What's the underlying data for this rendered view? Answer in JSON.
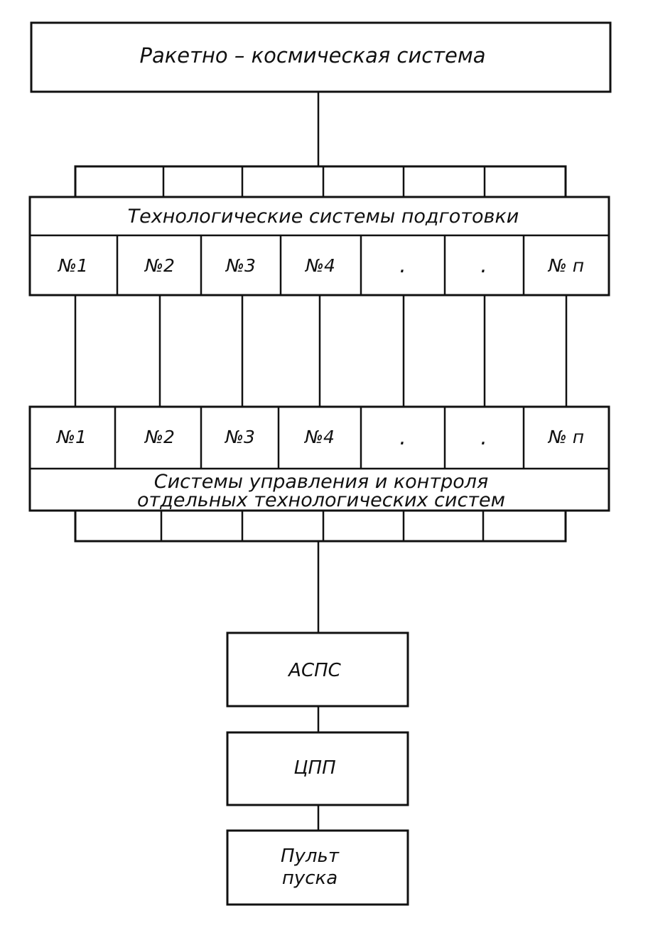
{
  "top_box": {
    "label": "Ракетно – космическая система"
  },
  "tech_systems": {
    "title": "Технологические системы подготовки",
    "cells": [
      "№1",
      "№2",
      "№3",
      "№4",
      ".",
      ".",
      "№ п"
    ]
  },
  "control_systems": {
    "cells": [
      "№1",
      "№2",
      "№3",
      "№4",
      ".",
      ".",
      "№ п"
    ],
    "title_line1": "Системы управления и контроля",
    "title_line2": "отдельных технологических систем"
  },
  "aspc": {
    "label": "АСПС"
  },
  "cpp": {
    "label": "ЦПП"
  },
  "launch_panel": {
    "line1": "Пульт",
    "line2": "пуска"
  }
}
